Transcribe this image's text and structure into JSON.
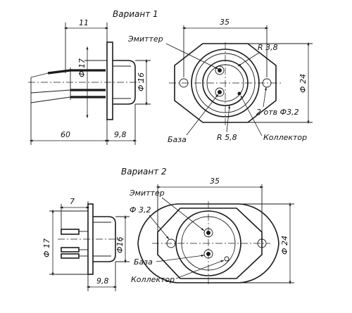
{
  "variant1": {
    "title": "Вариант 1",
    "labels": {
      "emitter": "Эмиттер",
      "base": "База",
      "collector": "Коллектор",
      "r_small": "R 3,8",
      "r_large": "R 5,8",
      "holes": "2 отв Ф3,2"
    },
    "dims": {
      "flange_to_cap": "11",
      "width": "35",
      "diameter_17": "Ф 17",
      "diameter_16": "Ф 16",
      "diameter_24": "Ф 24",
      "lead_length": "60",
      "flange_depth": "9,8"
    }
  },
  "variant2": {
    "title": "Вариант 2",
    "labels": {
      "emitter": "Эмиттер",
      "base": "База",
      "collector": "Коллектор",
      "hole": "Ф 3,2"
    },
    "dims": {
      "lead_stub": "7",
      "width": "35",
      "diameter_17": "Ф 17",
      "diameter_16": "Ф16",
      "diameter_24": "Ф 24",
      "flange_depth": "9,8"
    }
  }
}
